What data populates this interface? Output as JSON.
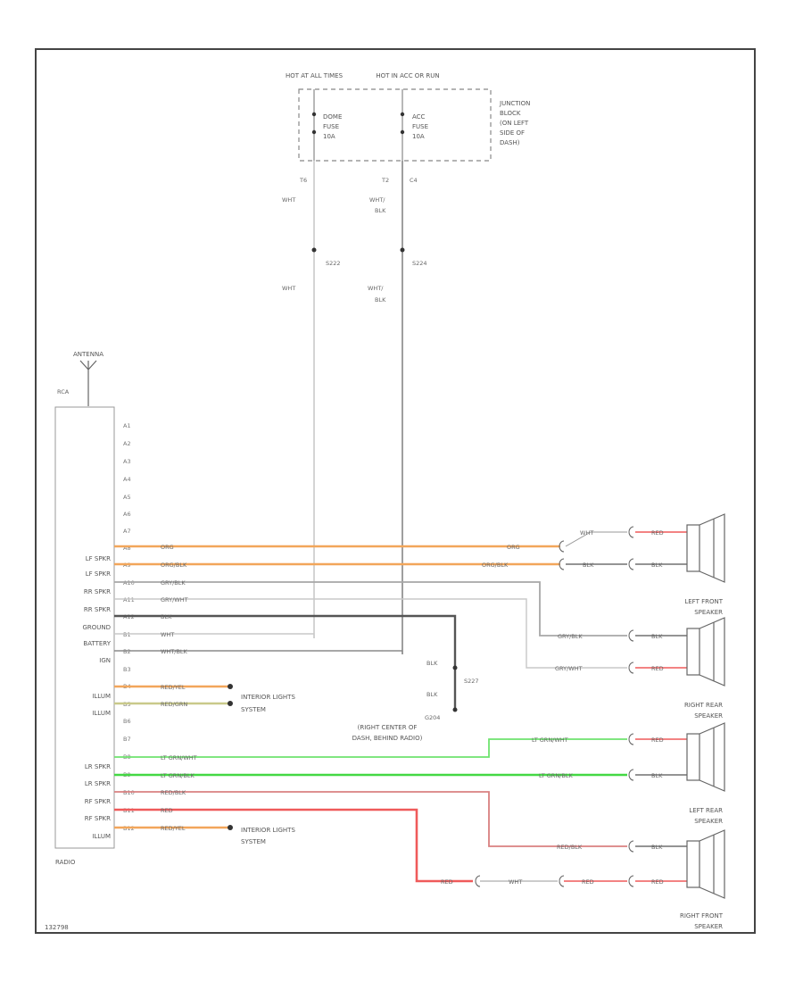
{
  "colors": {
    "orange": "#f2a65a",
    "gray": "#a8a8a8",
    "dark": "#555555",
    "light_gray": "#c8c8c8",
    "green": "#6fe36f",
    "green_dark": "#44d844",
    "red": "#ef5a5a",
    "red_dark": "#d98080",
    "olive": "#c9c98a"
  },
  "fuse_block": {
    "hot_at_all_times": "HOT AT ALL TIMES",
    "hot_in_acc": "HOT IN ACC OR RUN",
    "dome_fuse": [
      "DOME",
      "FUSE",
      "10A"
    ],
    "acc_fuse": [
      "ACC",
      "FUSE",
      "10A"
    ],
    "junction_block": [
      "JUNCTION",
      "BLOCK",
      "(ON LEFT",
      "SIDE OF",
      "DASH)"
    ],
    "term_left": "T6",
    "term_mid": "T2",
    "term_right": "C4"
  },
  "feed_wires": {
    "wht_1": "WHT",
    "wht_blk_1": [
      "WHT/",
      "BLK"
    ],
    "splice_left": "S222",
    "splice_right": "S224",
    "wht_2": "WHT",
    "wht_blk_2": [
      "WHT/",
      "BLK"
    ]
  },
  "radio": {
    "antenna_label": "ANTENNA",
    "connector_label": "RCA",
    "name": "RADIO",
    "functions": [
      "LF SPKR",
      "LF SPKR",
      "RR SPKR",
      "RR SPKR",
      "GROUND",
      "BATTERY",
      "IGN",
      "ILLUM",
      "ILLUM",
      "LR SPKR",
      "LR SPKR",
      "RF SPKR",
      "RF SPKR",
      "ILLUM"
    ],
    "pins": [
      "A1",
      "A2",
      "A3",
      "A4",
      "A5",
      "A6",
      "A7",
      "A8",
      "A9",
      "A10",
      "A11",
      "A12",
      "B1",
      "B2",
      "B3",
      "B4",
      "B5",
      "B6",
      "B7",
      "B8",
      "B9",
      "B10",
      "B11",
      "B12"
    ]
  },
  "radio_wires": {
    "a8": "ORG",
    "a9": "ORG/BLK",
    "a10": "GRY/BLK",
    "a11": "GRY/WHT",
    "a12": "BLK",
    "b1": "WHT",
    "b2": "WHT/BLK",
    "b4": "RED/YEL",
    "b5": "RED/GRN",
    "b8": "LT GRN/WHT",
    "b9": "LT GRN/BLK",
    "b10": "RED/BLK",
    "b11": "RED",
    "b12": "RED/YEL"
  },
  "right_wires": {
    "org": "ORG",
    "org_blk": "ORG/BLK",
    "wht": "WHT",
    "blk": "BLK",
    "red": "RED",
    "gry_blk": "GRY/BLK",
    "gry_wht": "GRY/WHT",
    "lt_grn_wht": "LT GRN/WHT",
    "lt_grn_blk": "LT GRN/BLK",
    "red_blk": "RED/BLK"
  },
  "ground": {
    "blk_1": "BLK",
    "blk_2": "BLK",
    "splice": "S227",
    "g_label": "G204",
    "location": "(RIGHT CENTER OF",
    "location2": "DASH, BEHIND RADIO)"
  },
  "interior_lights": [
    "INTERIOR LIGHTS",
    "SYSTEM"
  ],
  "speakers": {
    "left_front": [
      "LEFT FRONT",
      "SPEAKER"
    ],
    "right_rear": [
      "RIGHT REAR",
      "SPEAKER"
    ],
    "left_rear": [
      "LEFT REAR",
      "SPEAKER"
    ],
    "right_front": [
      "RIGHT FRONT",
      "SPEAKER"
    ]
  },
  "footer_code": "132798"
}
